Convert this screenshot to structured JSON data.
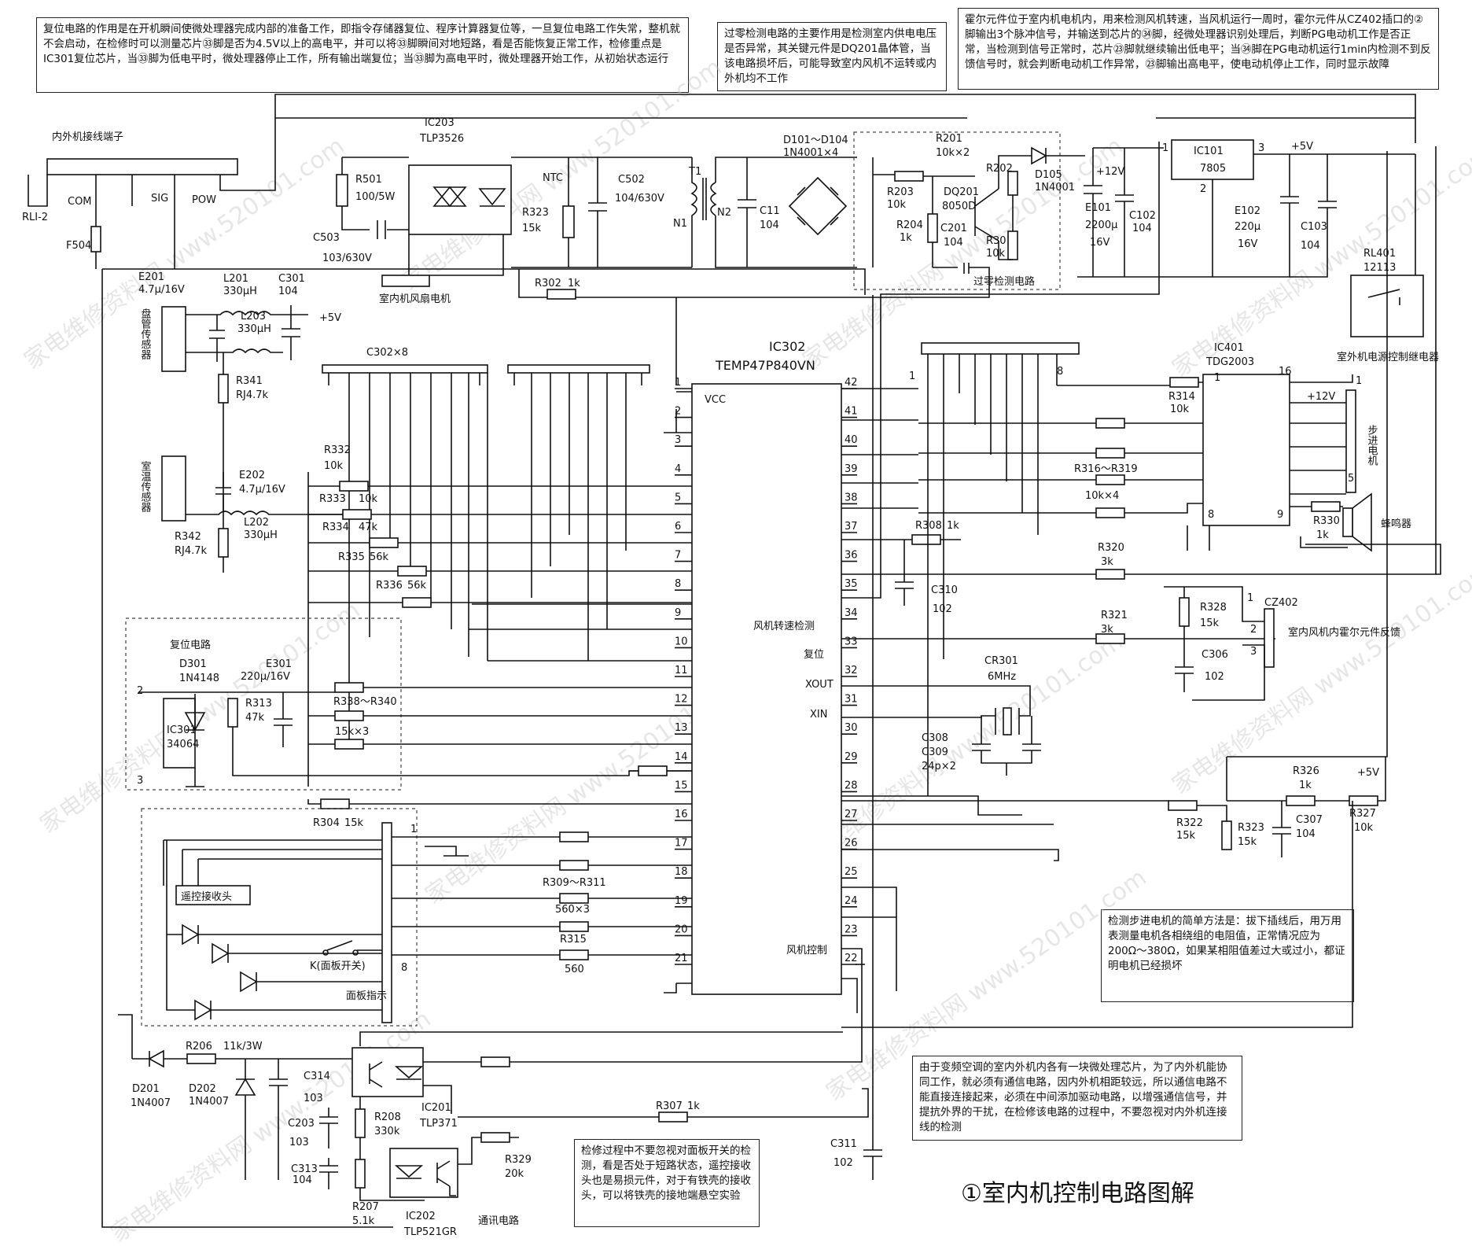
{
  "notes": {
    "reset": "复位电路的作用是在开机瞬间使微处理器完成内部的准备工作，即指令存储器复位、程序计算器复位等，一旦复位电路工作失常，整机就不会启动，在检修时可以测量芯片㉝脚是否为4.5V以上的高电平，并可以将㉝脚瞬间对地短路，看是否能恢复正常工作，检修重点是IC301复位芯片，当㉝脚为低电平时，微处理器停止工作，所有输出端复位；当㉝脚为高电平时，微处理器开始工作，从初始状态运行",
    "zero": "过零检测电路的主要作用是检测室内供电电压是否异常，其关键元件是DQ201晶体管，当该电路损坏后，可能导致室内风机不运转或内外机均不工作",
    "hall": "霍尔元件位于室内机电机内，用来检测风机转速，当风机运行一周时，霍尔元件从CZ402插口的②脚输出3个脉冲信号，并输送到芯片的㉞脚，经微处理器识别处理后，判断PG电动机工作是否正常，当检测到信号正常时，芯片㉓脚就继续输出低电平；当㉞脚在PG电动机运行1min内检测不到反馈信号时，就会判断电动机工作异常，㉓脚输出高电平，使电动机停止工作，同时显示故障",
    "stepper": "检测步进电机的简单方法是：拔下插线后，用万用表测量电机各相绕组的电阻值，正常情况应为200Ω～380Ω，如果某相阻值差过大或过小，都证明电机已经损坏",
    "comm": "由于变频空调的室内外机内各有一块微处理芯片，为了内外机能协同工作，就必须有通信电路，因内外机相距较远，所以通信电路不能直接连接起来，必须在中间添加驱动电路，以增强通信信号，并提抗外界的干扰，在检修该电路的过程中，不要忽视对内外机连接线的检测",
    "panel": "检修过程中不要忽视对面板开关的检测，看是否处于短路状态，遥控接收头也是易损元件，对于有铁壳的接收头，可以将铁壳的接地端悬空实验"
  },
  "caption": "①室内机控制电路图解",
  "labels": {
    "terminal": "内外机接线端子",
    "com": "COM",
    "sig": "SIG",
    "pow": "POW",
    "rl": "RLI-2",
    "f504": "F504",
    "ic203": "IC203",
    "tlp3526": "TLP3526",
    "r501": "R501",
    "r501v": "100/5W",
    "c503": "C503",
    "c503v": "103/630V",
    "fanmotor": "室内机风扇电机",
    "ntc": "NTC",
    "r323a": "R323",
    "r323av": "15k",
    "c502": "C502",
    "c502v": "104/630V",
    "t1": "T1",
    "n1": "N1",
    "n2": "N2",
    "c11": "C11",
    "c11v": "104",
    "d101": "D101～D104",
    "d101v": "1N4001×4",
    "r201": "R201",
    "r201v": "10k×2",
    "r202": "R202",
    "d105": "D105",
    "d105v": "1N4001",
    "r203": "R203",
    "r203v": "10k",
    "dq201": "DQ201",
    "dq201v": "8050D",
    "r204": "R204",
    "r204v": "1k",
    "c201": "C201",
    "c201v": "104",
    "r301": "R301",
    "r301v": "10k",
    "zerolbl": "过零检测电路",
    "v12": "+12V",
    "e101": "E101",
    "e101v": "2200μ",
    "e101v2": "16V",
    "c102": "C102",
    "c102v": "104",
    "ic101": "IC101",
    "ic101v": "7805",
    "p1": "1",
    "p2": "2",
    "p3": "3",
    "v5": "+5V",
    "e102": "E102",
    "e102v": "220μ",
    "e102v2": "16V",
    "c103": "C103",
    "c103v": "104",
    "rl401": "RL401",
    "rl401v": "12113",
    "outrelay": "室外机电源控制继电器",
    "e201": "E201",
    "e201v": "4.7μ/16V",
    "l201": "L201",
    "l201v": "330μH",
    "c301": "C301",
    "c301v": "104",
    "l203": "L203",
    "l203v": "330μH",
    "pipesensor": "盘管传感器",
    "r341": "R341",
    "r341v": "RJ4.7k",
    "roomsensor": "室温传感器",
    "e202": "E202",
    "e202v": "4.7μ/16V",
    "l202": "L202",
    "l202v": "330μH",
    "r342": "R342",
    "r342v": "RJ4.7k",
    "c302": "C302×8",
    "v5b": "+5V",
    "r332": "R332",
    "r332v": "10k",
    "r333": "R333",
    "r333v": "10k",
    "r334": "R334",
    "r334v": "47k",
    "r335": "R335",
    "r335v": "56k",
    "r336": "R336",
    "r336v": "56k",
    "ic302": "IC302",
    "ic302v": "TEMP47P840VN",
    "vcc": "VCC",
    "fanspeed": "风机转速检测",
    "reset": "复位",
    "xout": "XOUT",
    "xin": "XIN",
    "fanctl": "风机控制",
    "resetckt": "复位电路",
    "d301": "D301",
    "d301v": "1N4148",
    "e301": "E301",
    "e301v": "220μ/16V",
    "r313": "R313",
    "r313v": "47k",
    "r338": "R338～R340",
    "r338v": "15k×3",
    "ic301": "IC301",
    "ic301v": "34064",
    "r304": "R304",
    "r304v": "15k",
    "r308": "R308",
    "r308v": "1k",
    "c310": "C310",
    "c310v": "102",
    "r320": "R320",
    "r320v": "3k",
    "r321": "R321",
    "r321v": "3k",
    "cr301": "CR301",
    "cr301v": "6MHz",
    "c308": "C308",
    "c309": "C309",
    "c309v": "24p×2",
    "ic401": "IC401",
    "ic401v": "TDG2003",
    "r314": "R314",
    "r314v": "10k",
    "r316": "R316～R319",
    "r316v": "10k×4",
    "v12b": "+12V",
    "stepper": "步进电机",
    "r330": "R330",
    "r330v": "1k",
    "buzzer": "蜂鸣器",
    "r328": "R328",
    "r328v": "15k",
    "cz402": "CZ402",
    "c306": "C306",
    "c306v": "102",
    "hall": "室内风机内霍尔元件反馈",
    "r326": "R326",
    "r326v": "1k",
    "v5c": "+5V",
    "r322": "R322",
    "r322v": "15k",
    "r323b": "R323",
    "r323bv": "15k",
    "c307": "C307",
    "c307v": "104",
    "r327": "R327",
    "r327v": "10k",
    "remote": "遥控接收头",
    "r309": "R309～R311",
    "r309v": "560×3",
    "r315": "R315",
    "r315v": "560",
    "kswitch": "K(面板开关)",
    "panelind": "面板指示",
    "d201": "D201",
    "d201v": "1N4007",
    "r206": "R206",
    "r206v": "11k/3W",
    "d202": "D202",
    "d202v": "1N4007",
    "c314": "C314",
    "c314v": "103",
    "c203": "C203",
    "c203v": "103",
    "r208": "R208",
    "r208v": "330k",
    "c313": "C313",
    "c313v": "104",
    "r207": "R207",
    "r207v": "5.1k",
    "ic201": "IC201",
    "ic201v": "TLP371",
    "ic202": "IC202",
    "ic202v": "TLP521GR",
    "r329": "R329",
    "r329v": "20k",
    "commckt": "通讯电路",
    "r307": "R307",
    "r307v": "1k",
    "c311": "C311",
    "c311v": "102",
    "r302": "R302",
    "r302v": "1k"
  },
  "pins_left": [
    "1",
    "2",
    "3",
    "4",
    "5",
    "6",
    "7",
    "8",
    "9",
    "10",
    "11",
    "12",
    "13",
    "14",
    "15",
    "16",
    "17",
    "18",
    "19",
    "20",
    "21"
  ],
  "pins_right": [
    "42",
    "41",
    "40",
    "39",
    "38",
    "37",
    "36",
    "35",
    "34",
    "33",
    "32",
    "31",
    "30",
    "29",
    "28",
    "27",
    "26",
    "25",
    "24",
    "23",
    "22"
  ],
  "watermark": "家电维修资料网 www.520101.com"
}
